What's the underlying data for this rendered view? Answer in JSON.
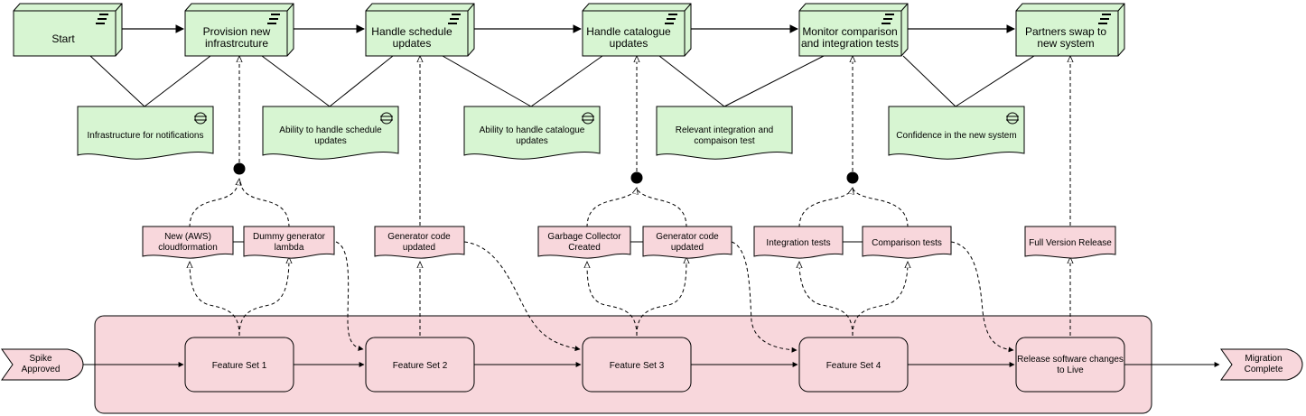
{
  "title": "",
  "plateau": {
    "start": [
      "Start"
    ],
    "provision": [
      "Provision new",
      "infrastrcuture"
    ],
    "schedule": [
      "Handle schedule",
      "updates"
    ],
    "catalogue": [
      "Handle catalogue",
      "updates"
    ],
    "monitor": [
      "Monitor comparison",
      "and integration tests"
    ],
    "partners": [
      "Partners swap to",
      "new system"
    ]
  },
  "deliverable": {
    "infra": [
      "Infrastructure for notifications"
    ],
    "schedule": [
      "Ability to handle schedule",
      "updates"
    ],
    "catalogue": [
      "Ability to handle catalogue",
      "updates"
    ],
    "integration": [
      "Relevant integration and",
      "compaison test"
    ],
    "confidence": [
      "Confidence in the new system"
    ]
  },
  "work": {
    "aws": [
      "New  (AWS)",
      "cloudformation"
    ],
    "dummy": [
      "Dummy generator",
      "lambda"
    ],
    "gencode1": [
      "Generator code",
      "updated"
    ],
    "garbage": [
      "Garbage Collector",
      "Created"
    ],
    "gencode2": [
      "Generator code",
      "updated"
    ],
    "integration_tests": [
      "Integration tests"
    ],
    "comparison_tests": [
      "Comparison tests"
    ],
    "full_release": [
      "Full Version Release"
    ]
  },
  "process": {
    "fs1": [
      "Feature Set 1"
    ],
    "fs2": [
      "Feature Set 2"
    ],
    "fs3": [
      "Feature Set 3"
    ],
    "fs4": [
      "Feature Set 4"
    ],
    "release": [
      "Release software changes",
      "to Live"
    ]
  },
  "events": {
    "spike": [
      "Spike",
      "Approved"
    ],
    "migration": [
      "Migration",
      "Complete"
    ]
  },
  "colors": {
    "plateau_fill": "#d7f5d2",
    "deliverable_fill": "#d7f5d2",
    "work_fill": "#f8d7dc",
    "process_fill": "#f8d7dc",
    "group_fill": "#f8d7dc",
    "stroke": "#000000"
  }
}
